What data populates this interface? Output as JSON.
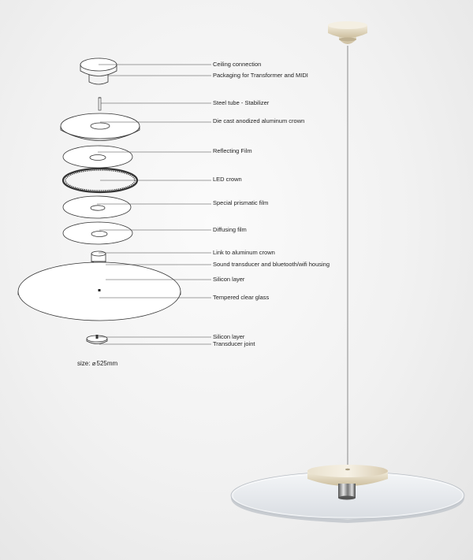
{
  "labels": {
    "ceiling": "Ceiling connection",
    "packaging": "Packaging for Transformer and MIDI",
    "steel_tube": "Steel tube - Stabilizer",
    "crown": "Die cast anodized aluminum crown",
    "reflecting": "Reflecting Film",
    "led": "LED crown",
    "prismatic": "Special prismatic film",
    "diffusing": "Diffusing film",
    "link": "Link to aluminum crown",
    "sound": "Sound transducer and bluetooth/wifi housing",
    "silicon1": "Silicon layer",
    "glass": "Tempered clear glass",
    "silicon2": "Silicon layer",
    "joint": "Transducer joint"
  },
  "size": {
    "label": "size:",
    "diameter_symbol": "⌀",
    "value": "525mm"
  },
  "colors": {
    "beige": "#e8dfca",
    "beige_dark": "#cfc3a6",
    "glass": "#eef0f2",
    "line": "#4a4a4a"
  }
}
